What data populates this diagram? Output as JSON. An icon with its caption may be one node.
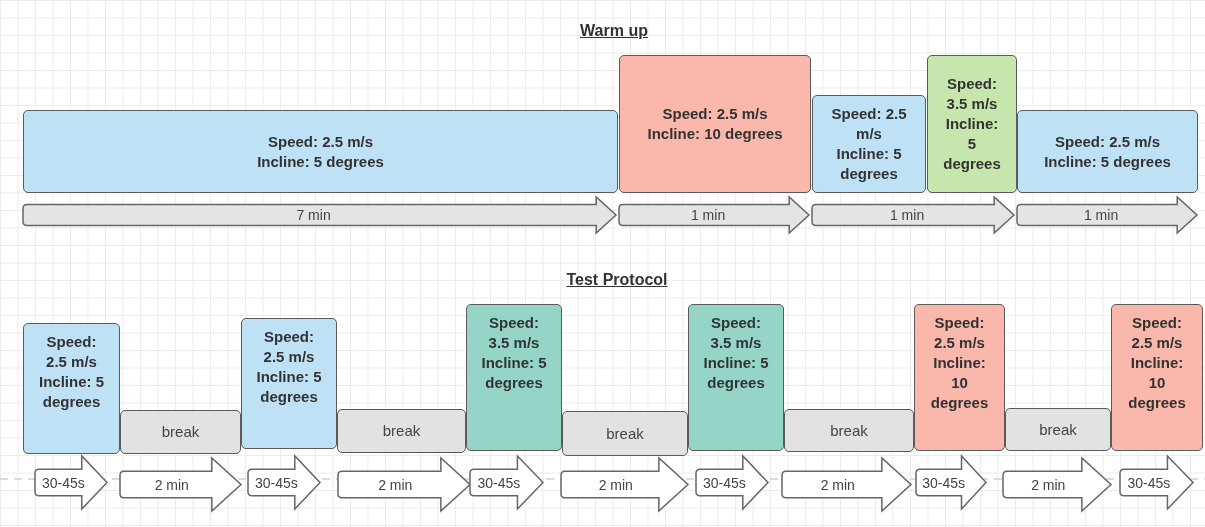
{
  "diagram": {
    "nodes": [
      {
        "text": [
          "Speed: 2.5 m/s",
          "Incline: 5 degrees"
        ]
      },
      {
        "text": [
          "Speed: 2.5 m/s",
          "Incline: 10 degrees"
        ]
      },
      {
        "text": [
          "Speed: 2.5 m/s",
          "Incline: 5 degrees"
        ]
      },
      {
        "text": [
          "Speed: 3.5 m/s",
          "Incline: 5 degrees"
        ]
      },
      {
        "text": [
          "Speed: 2.5 m/s",
          "Incline: 5 degrees"
        ]
      },
      {
        "text": [
          "7 min"
        ]
      },
      {
        "text": [
          "1 min"
        ]
      },
      {
        "text": [
          "1 min"
        ]
      },
      {
        "text": [
          "1 min"
        ]
      },
      {
        "text": [
          "Speed: 2.5 m/s",
          "Incline: 5 degrees"
        ]
      },
      {
        "text": [
          "break"
        ]
      },
      {
        "text": [
          "Speed: 2.5 m/s",
          "Incline: 5 degrees"
        ]
      },
      {
        "text": [
          "break"
        ]
      },
      {
        "text": [
          "Speed: 3.5 m/s",
          "Incline: 5 degrees"
        ]
      },
      {
        "text": [
          "break"
        ]
      },
      {
        "text": [
          "Speed: 3.5 m/s",
          "Incline: 5 degrees"
        ]
      },
      {
        "text": [
          "break"
        ]
      },
      {
        "text": [
          "Speed: 2.5 m/s",
          "Incline: 10 degrees"
        ]
      },
      {
        "text": [
          "break"
        ]
      },
      {
        "text": [
          "Speed: 2.5 m/s",
          "Incline: 10 degrees"
        ]
      },
      {
        "text": [
          "30-45s"
        ]
      },
      {
        "text": [
          "2 min"
        ]
      },
      {
        "text": [
          "30-45s"
        ]
      },
      {
        "text": [
          "2 min"
        ]
      },
      {
        "text": [
          "30-45s"
        ]
      },
      {
        "text": [
          "2 min"
        ]
      },
      {
        "text": [
          "30-45s"
        ]
      },
      {
        "text": [
          "2 min"
        ]
      },
      {
        "text": [
          "30-45s"
        ]
      },
      {
        "text": [
          "2 min"
        ]
      },
      {
        "text": [
          "30-45s"
        ]
      }
    ],
    "edges": [],
    "labels": [
      "Warm up",
      "Test Protocol"
    ]
  }
}
